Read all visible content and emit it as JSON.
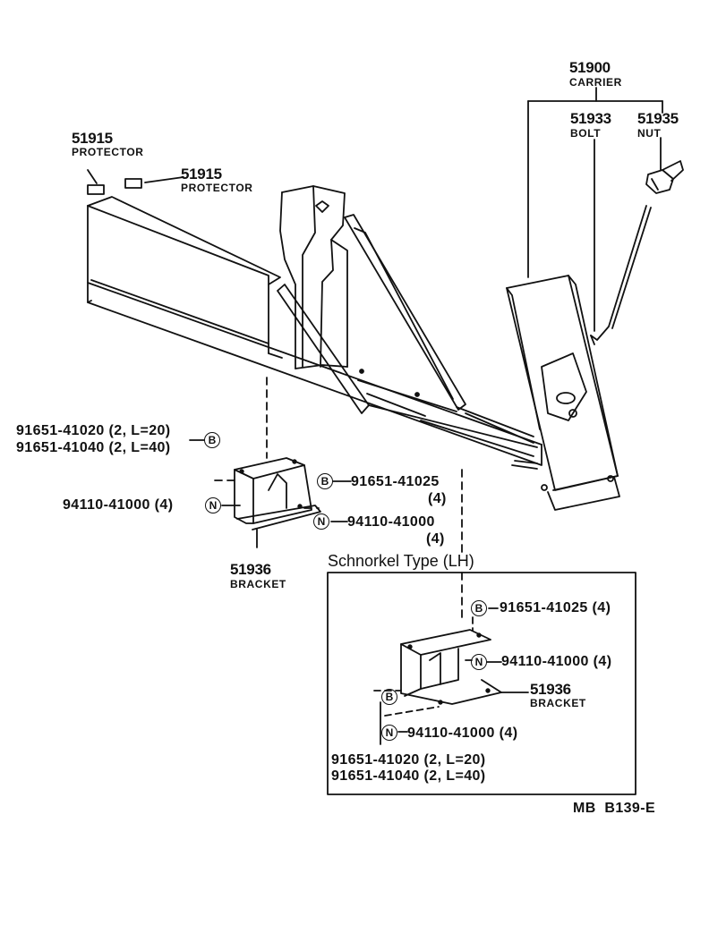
{
  "callouts": {
    "carrier": {
      "number": "51900",
      "name": "CARRIER"
    },
    "bolt": {
      "number": "51933",
      "name": "BOLT"
    },
    "nut": {
      "number": "51935",
      "name": "NUT"
    },
    "protector_left": {
      "number": "51915",
      "name": "PROTECTOR"
    },
    "protector_right": {
      "number": "51915",
      "name": "PROTECTOR"
    },
    "bolt_main_1": "91651-41020 (2, L=20)",
    "bolt_main_2": "91651-41040 (2, L=40)",
    "bolt_main_badge": "B",
    "bolt_bracket": "91651-41025",
    "bolt_bracket_qty": "(4)",
    "bolt_bracket_badge": "B",
    "nut_left": "94110-41000 (4)",
    "nut_left_badge": "N",
    "nut_right": "94110-41000",
    "nut_right_qty": "(4)",
    "nut_right_badge": "N",
    "bracket": {
      "number": "51936",
      "name": "BRACKET"
    }
  },
  "inset": {
    "title": "Schnorkel Type (LH)",
    "bolt_top": "91651-41025 (4)",
    "bolt_top_badge": "B",
    "nut_mid": "94110-41000 (4)",
    "nut_mid_badge": "N",
    "bracket": {
      "number": "51936",
      "name": "BRACKET"
    },
    "bolt_left_badge": "B",
    "nut_bottom": "94110-41000 (4)",
    "nut_bottom_badge": "N",
    "bolt_1": "91651-41020 (2, L=20)",
    "bolt_2": "91651-41040 (2, L=40)"
  },
  "diagram_code": "MB  B139-E"
}
